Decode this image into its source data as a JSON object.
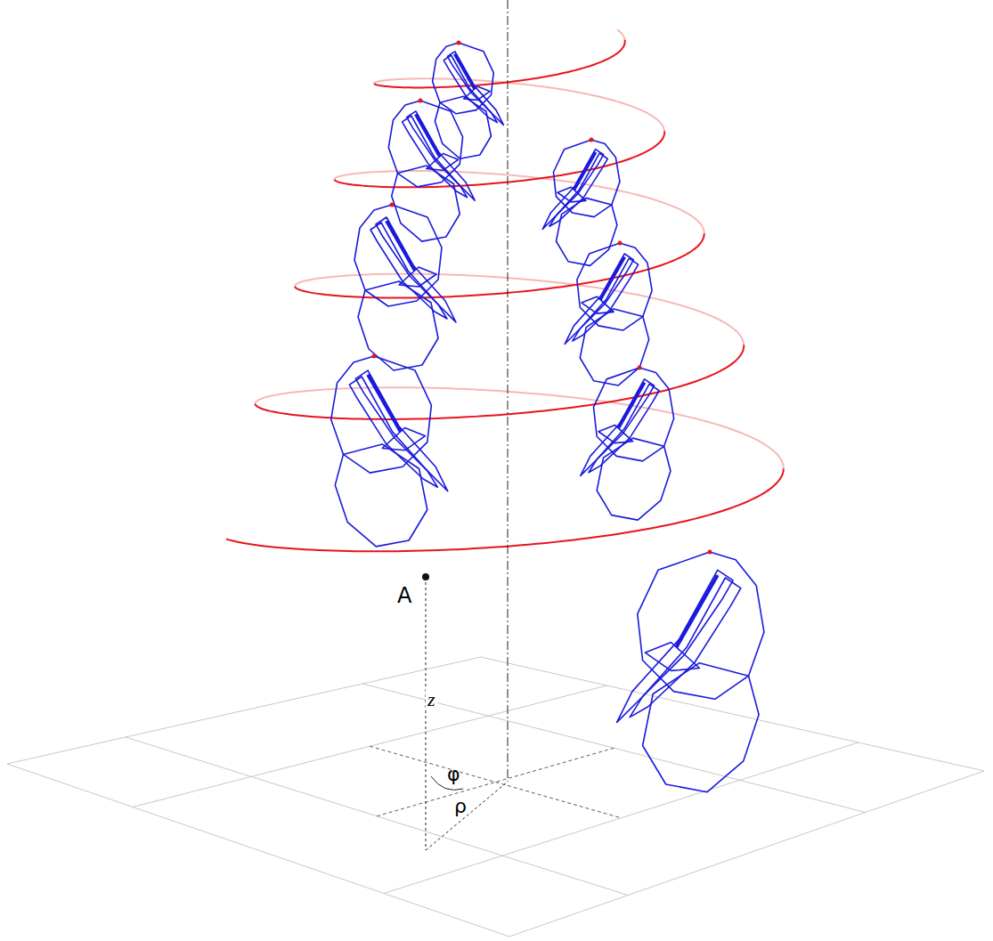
{
  "diagram": {
    "labels": [
      "A",
      "z",
      "φ",
      "ρ"
    ]
  }
}
